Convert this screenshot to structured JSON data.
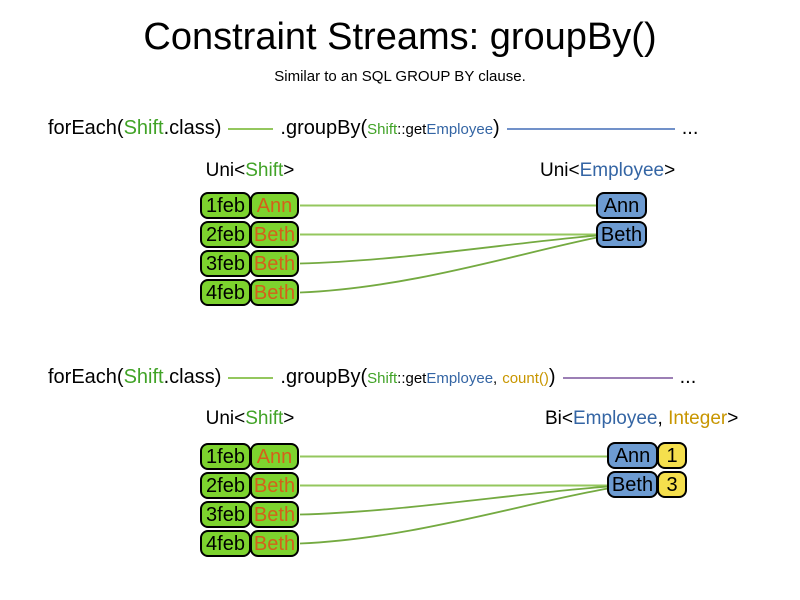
{
  "slide": {
    "title": "Constraint Streams: groupBy()",
    "subtitle": "Similar to an SQL GROUP BY clause."
  },
  "colors": {
    "shift_green": "#41a327",
    "employee_blue": "#3465a4",
    "integer_gold": "#c89600",
    "orange_text": "#d4611a",
    "green_box": "#7dd32e",
    "blue_box": "#6d9bd1",
    "yellow_box": "#f5df4d",
    "green_line": "#74aa41",
    "green_line_light": "#94c75e",
    "blue_line": "#7191c9",
    "purple_line": "#9c7fb5"
  },
  "section1": {
    "code": {
      "foreach_open": "forEach(",
      "foreach_type": "Shift",
      "foreach_close": ".class)",
      "groupby_open": ".groupBy(",
      "arg_class": "Shift",
      "arg_method": "::get",
      "arg_type": "Employee",
      "groupby_close": ")",
      "ellipsis": "..."
    },
    "source_header": {
      "open": "Uni<",
      "type": "Shift",
      "close": ">"
    },
    "result_header": {
      "open": "Uni<",
      "type": "Employee",
      "close": ">"
    },
    "shifts": [
      {
        "date": "1feb",
        "employee": "Ann"
      },
      {
        "date": "2feb",
        "employee": "Beth"
      },
      {
        "date": "3feb",
        "employee": "Beth"
      },
      {
        "date": "4feb",
        "employee": "Beth"
      }
    ],
    "groups": [
      {
        "employee": "Ann"
      },
      {
        "employee": "Beth"
      }
    ]
  },
  "section2": {
    "code": {
      "foreach_open": "forEach(",
      "foreach_type": "Shift",
      "foreach_close": ".class)",
      "groupby_open": ".groupBy(",
      "arg_class": "Shift",
      "arg_method": "::get",
      "arg_type": "Employee",
      "separator": ",",
      "arg_collector": "count()",
      "groupby_close": ")",
      "ellipsis": "..."
    },
    "source_header": {
      "open": "Uni<",
      "type": "Shift",
      "close": ">"
    },
    "result_header": {
      "open": "Bi<",
      "type1": "Employee",
      "separator": ", ",
      "type2": "Integer",
      "close": ">"
    },
    "shifts": [
      {
        "date": "1feb",
        "employee": "Ann"
      },
      {
        "date": "2feb",
        "employee": "Beth"
      },
      {
        "date": "3feb",
        "employee": "Beth"
      },
      {
        "date": "4feb",
        "employee": "Beth"
      }
    ],
    "groups": [
      {
        "employee": "Ann",
        "count": "1"
      },
      {
        "employee": "Beth",
        "count": "3"
      }
    ]
  }
}
